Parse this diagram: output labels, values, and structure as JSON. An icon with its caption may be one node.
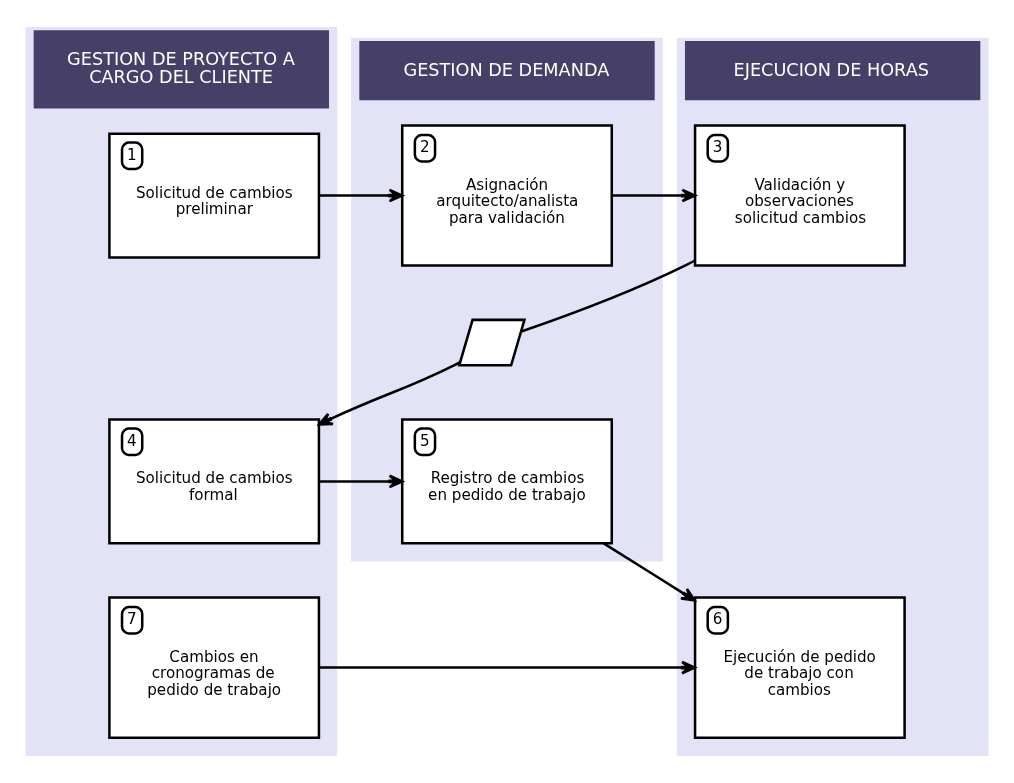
{
  "diagram": {
    "nodes": [
      {
        "text": [
          "GESTION DE PROYECTO A CARGO DEL CLIENTE"
        ]
      },
      {
        "text": [
          "GESTION DE DEMANDA"
        ]
      },
      {
        "text": [
          "EJECUCION DE HORAS"
        ]
      },
      {
        "text": [
          "1",
          "Solicitud de cambios preliminar"
        ],
        "in": 0
      },
      {
        "text": [
          "2",
          "Asignación arquitecto/analista para validación"
        ],
        "in": 1
      },
      {
        "text": [
          "3",
          "Validación y observaciones solicitud cambios"
        ],
        "in": 2
      },
      {
        "text": [],
        "shape": "parallelogram",
        "in": 1
      },
      {
        "text": [
          "4",
          "Solicitud de cambios formal"
        ],
        "in": 0
      },
      {
        "text": [
          "5",
          "Registro de cambios en pedido de trabajo"
        ],
        "in": 1
      },
      {
        "text": [
          "6",
          "Ejecución de pedido de trabajo con cambios"
        ],
        "in": 2
      },
      {
        "text": [
          "7",
          "Cambios en cronogramas de pedido de trabajo"
        ],
        "in": 0
      }
    ],
    "edges": [
      {
        "from": 3,
        "to": 4,
        "arrow": "to"
      },
      {
        "from": 4,
        "to": 5,
        "arrow": "to"
      },
      {
        "from": 5,
        "to": 6,
        "arrow": "none"
      },
      {
        "from": 6,
        "to": 7,
        "arrow": "to"
      },
      {
        "from": 7,
        "to": 8,
        "arrow": "to"
      },
      {
        "from": 8,
        "to": 9,
        "arrow": "to"
      },
      {
        "from": 10,
        "to": 9,
        "arrow": "to"
      }
    ]
  }
}
